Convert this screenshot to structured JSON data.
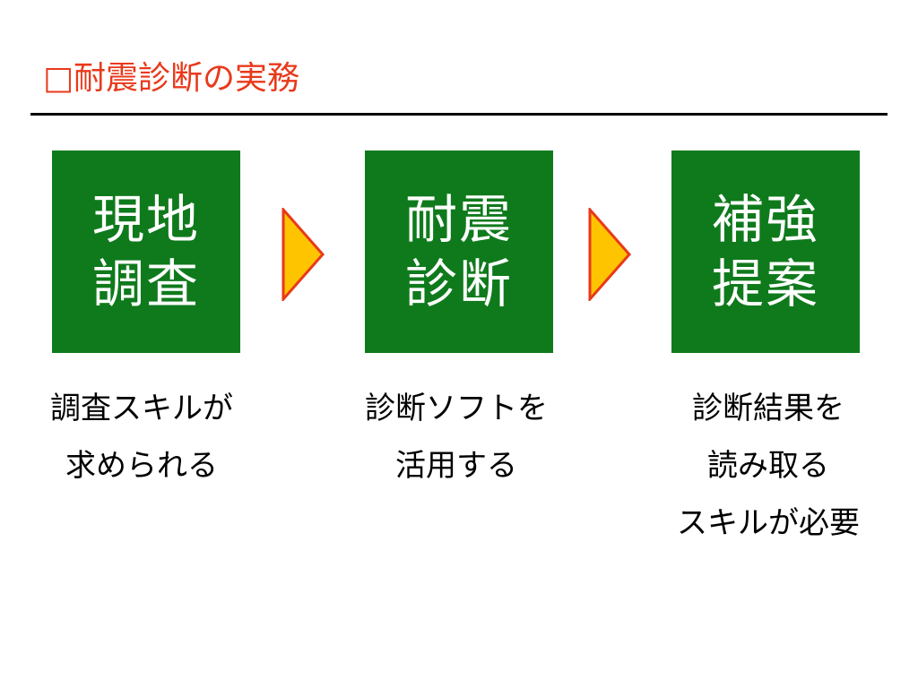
{
  "title": {
    "marker": "□",
    "text": "耐震診断の実務"
  },
  "colors": {
    "title": "#e8391b",
    "box": "#0f7a1c",
    "box_text": "#ffffff",
    "arrow_fill": "#ffc400",
    "arrow_stroke": "#e8391b",
    "rule": "#000000",
    "caption": "#000000"
  },
  "steps": [
    {
      "lines": [
        "現地",
        "調査"
      ],
      "caption": [
        "調査スキルが",
        "求められる"
      ]
    },
    {
      "lines": [
        "耐震",
        "診断"
      ],
      "caption": [
        "診断ソフトを",
        "活用する"
      ]
    },
    {
      "lines": [
        "補強",
        "提案"
      ],
      "caption": [
        "診断結果を",
        "読み取る",
        "スキルが必要"
      ]
    }
  ],
  "arrows": [
    {
      "icon": "chevron-right-icon"
    },
    {
      "icon": "chevron-right-icon"
    }
  ]
}
